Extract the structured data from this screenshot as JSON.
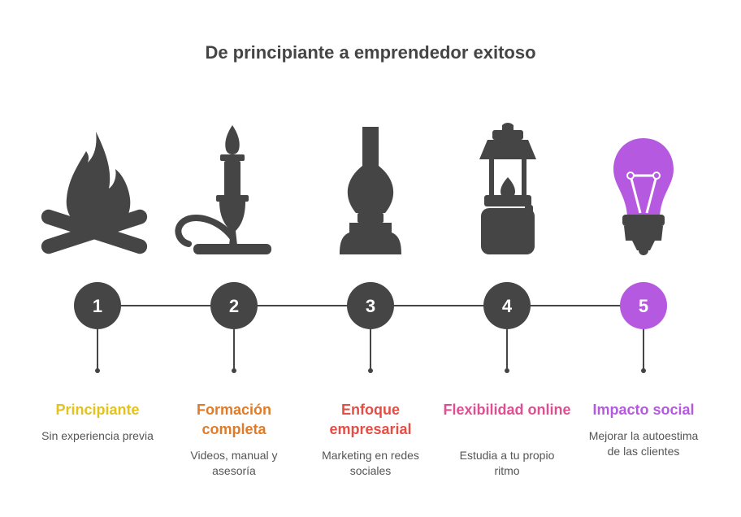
{
  "title": "De principiante a emprendedor exitoso",
  "steps": [
    {
      "number": "1",
      "label": "Principiante",
      "description": "Sin experiencia previa",
      "color": "#e3c21f",
      "icon": "campfire-icon"
    },
    {
      "number": "2",
      "label": "Formación completa",
      "description": "Videos, manual y asesoría",
      "color": "#e07b29",
      "icon": "candle-icon"
    },
    {
      "number": "3",
      "label": "Enfoque empresarial",
      "description": "Marketing en redes sociales",
      "color": "#e24f46",
      "icon": "oil-lamp-icon"
    },
    {
      "number": "4",
      "label": "Flexibilidad online",
      "description": "Estudia a tu propio ritmo",
      "color": "#de4f92",
      "icon": "lantern-icon"
    },
    {
      "number": "5",
      "label": "Impacto social",
      "description": "Mejorar la autoestima de las clientes",
      "color": "#b55ae0",
      "icon": "light-bulb-icon"
    }
  ],
  "colors": {
    "dark": "#454545",
    "highlight": "#b55ae0"
  }
}
